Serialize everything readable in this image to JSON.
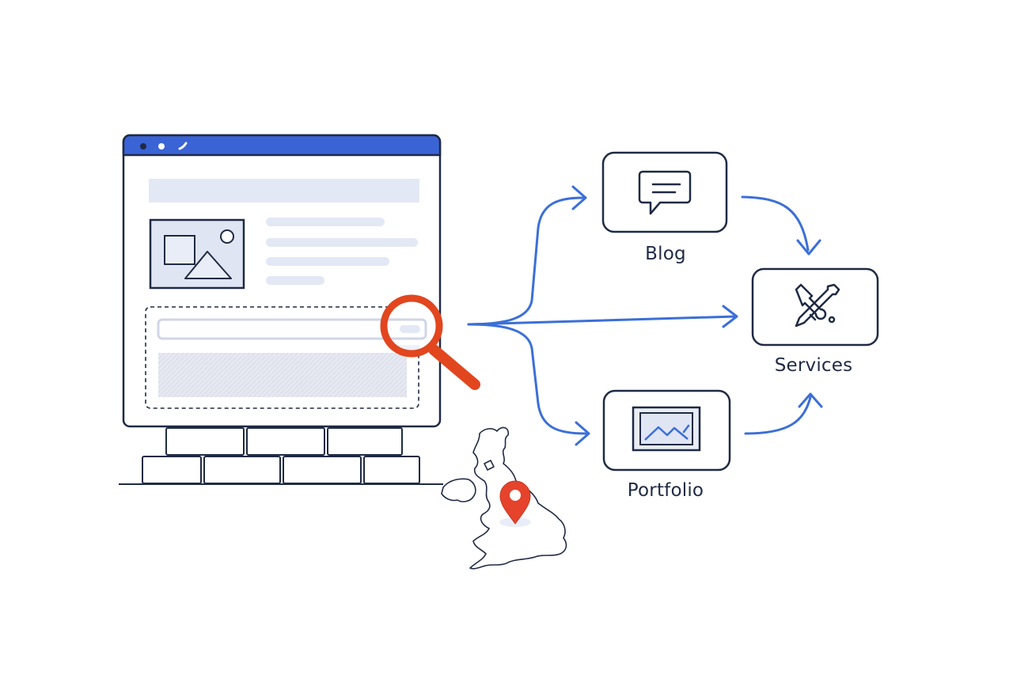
{
  "nodes": {
    "blog": {
      "label": "Blog",
      "icon": "chat-bubble-icon"
    },
    "services": {
      "label": "Services",
      "icon": "wrench-screwdriver-icon"
    },
    "portfolio": {
      "label": "Portfolio",
      "icon": "image-gallery-icon"
    }
  },
  "website": {
    "icon": "browser-window-icon",
    "search_icon": "magnifying-glass-icon",
    "map_icon": "uk-map-icon",
    "pin_icon": "location-pin-icon"
  },
  "colors": {
    "outline": "#1f2a44",
    "accent_blue": "#3b6fd8",
    "browser_bar": "#3a63d6",
    "placeholder": "#e3e8f5",
    "search_red": "#e2461f",
    "pin_red": "#e5432c"
  }
}
